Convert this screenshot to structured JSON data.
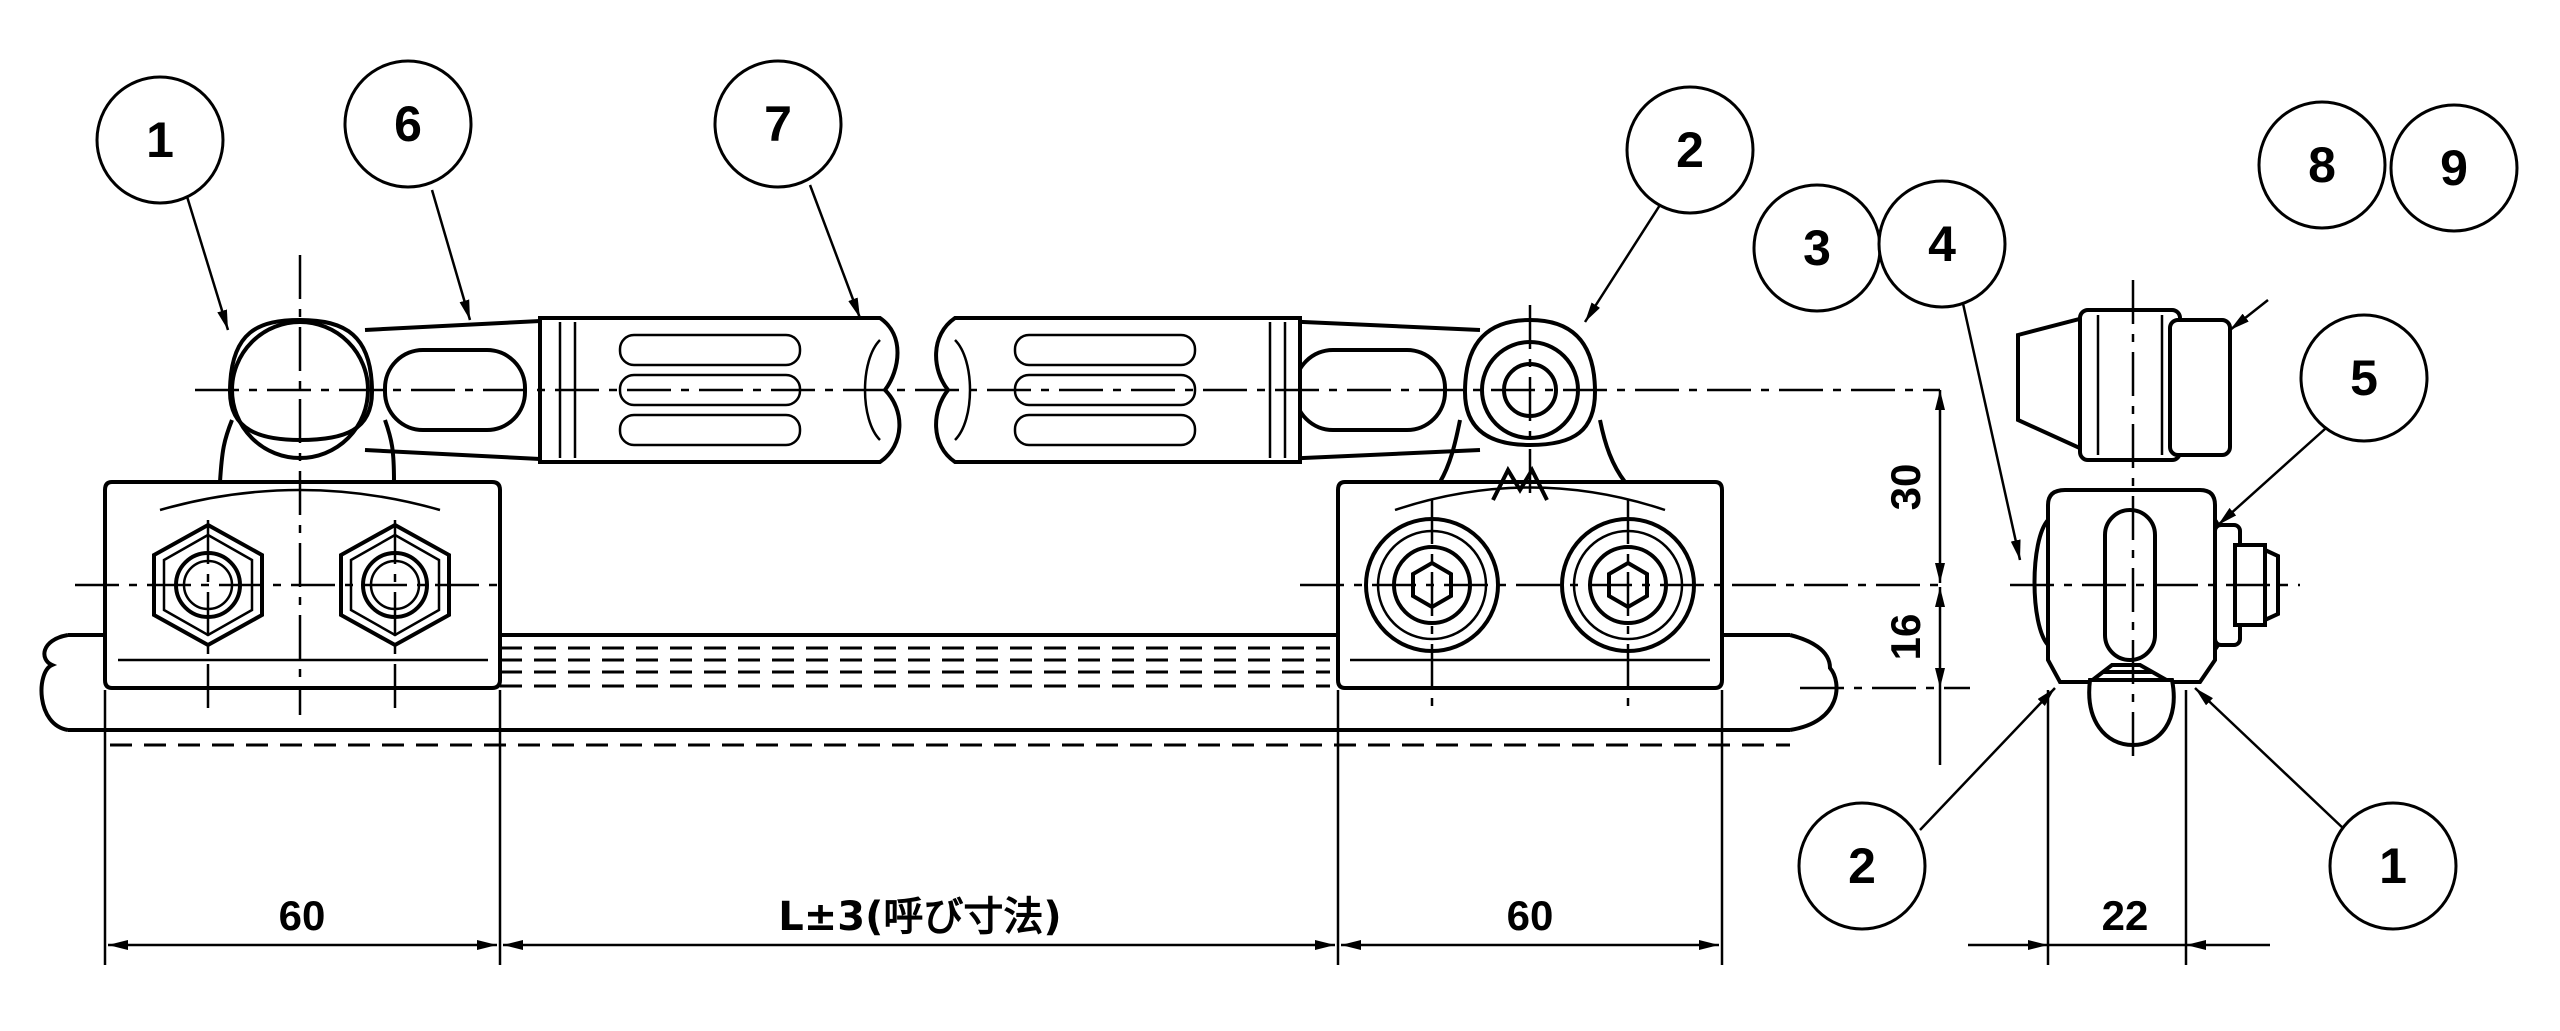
{
  "balloons": {
    "front_1": "1",
    "front_6": "6",
    "front_7": "7",
    "front_2": "2",
    "side_3": "3",
    "side_4": "4",
    "side_8": "8",
    "side_9": "9",
    "side_5": "5",
    "side_2": "2",
    "side_1": "1"
  },
  "dimensions": {
    "left_width": "60",
    "span": "L±3(呼び寸法)",
    "right_width": "60",
    "height_upper": "30",
    "height_lower": "16",
    "side_width": "22"
  },
  "marks": {
    "maker_logo": "maker-logo"
  }
}
